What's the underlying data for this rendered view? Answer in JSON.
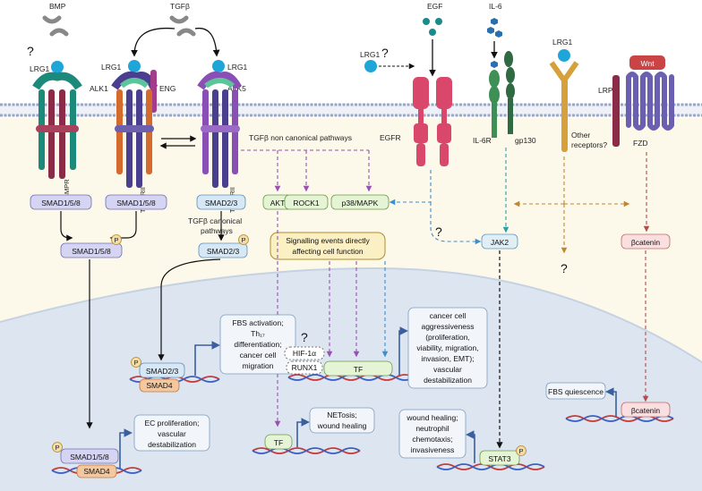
{
  "ligands": {
    "bmp": "BMP",
    "tgfb": "TGFβ",
    "egf": "EGF",
    "il6": "IL-6",
    "wnt": "Wnt"
  },
  "lrg1": "LRG1",
  "question": "?",
  "receptors": {
    "bmpr": "BMPR",
    "alk1": "ALK1",
    "eng": "ENG",
    "tgfbrii_a": "TGFβRII",
    "tgfbrii_b": "TGFβRII",
    "alk5": "ALK5",
    "egfr": "EGFR",
    "il6r": "IL-6R",
    "gp130": "gp130",
    "other": [
      "Other",
      "receptors?"
    ],
    "lrp": "LRP",
    "fzd": "FZD"
  },
  "pathway_labels": {
    "non_canonical": "TGFβ non canonical pathways",
    "canonical": [
      "TGFβ canonical",
      "pathways"
    ]
  },
  "smads": {
    "smad158_a": "SMAD1/5/8",
    "smad158_b": "SMAD1/5/8",
    "smad23": "SMAD2/3",
    "smad158_p": "SMAD1/5/8",
    "smad23_p": "SMAD2/3",
    "smad23_nuc": "SMAD2/3",
    "smad4_a": "SMAD4",
    "smad158_nuc": "SMAD1/5/8",
    "smad4_b": "SMAD4",
    "p": "P"
  },
  "kinases": {
    "akt": "AKT",
    "rock1": "ROCK1",
    "p38": "p38/MAPK",
    "jak2": "JAK2",
    "bcat_cyto": "βcatenin",
    "bcat_nuc": "βcatenin",
    "stat3": "STAT3"
  },
  "signalling_box": [
    "Signalling events directly",
    "affecting cell function"
  ],
  "tf_labels": {
    "tf_main": "TF",
    "tf_akt": "TF",
    "hif": "HIF-1α",
    "runx1": "RUNX1"
  },
  "outcomes": {
    "fbs_activation": [
      "FBS activation;",
      "Th₁₇",
      "differentiation;",
      "cancer cell",
      "migration"
    ],
    "cancer": [
      "cancer cell",
      "aggressiveness",
      "(proliferation,",
      "viability, migration,",
      "invasion, EMT);",
      "vascular",
      "destabilization"
    ],
    "fbs_quiescence": "FBS quiescence",
    "ec": [
      "EC proliferation;",
      "vascular",
      "destabilization"
    ],
    "netosis": [
      "NETosis;",
      "wound healing"
    ],
    "wound": [
      "wound healing;",
      "neutrophil",
      "chemotaxis;",
      "invasiveness"
    ]
  },
  "colors": {
    "membrane": "#9aa6c6",
    "cytoplasm": "#fdf9ea",
    "nucleus": "#dde6f0",
    "lrg1": "#1fa6d8",
    "box_fill": "#d5d5f3",
    "tf_fill": "#e4f4d4",
    "purple_arrow": "#9a4fb4",
    "blue_arrow": "#3a8fcf",
    "orange_arrow": "#c0862a",
    "red_arrow": "#b54b4b",
    "teal_arrow": "#2a9fa6"
  }
}
